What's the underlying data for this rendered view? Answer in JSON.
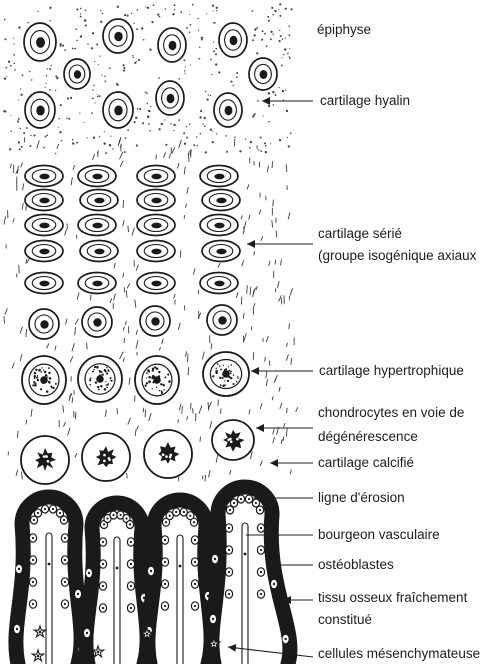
{
  "labels": {
    "epiphyse": "épiphyse",
    "cartilage_hyalin": "cartilage hyalin",
    "cartilage_serie": "cartilage sérié",
    "groupe_isogenique": "(groupe isogénique axiaux",
    "cartilage_hypertrophique": "cartilage hypertrophique",
    "chondrocytes_line1": "chondrocytes en voie de",
    "chondrocytes_line2": "dégénérescence",
    "cartilage_calcifie": "cartilage calcifié",
    "ligne_erosion": "ligne d'érosion",
    "bourgeon_vasculaire": "bourgeon vasculaire",
    "osteoblastes": "ostéoblastes",
    "tissu_osseux_line1": "tissu osseux fraîchement",
    "tissu_osseux_line2": "constitué",
    "cellules_mesenchymateuses": "cellules mésenchymateuse"
  },
  "colors": {
    "ink": "#1a1a1a",
    "paper": "#ffffff"
  }
}
